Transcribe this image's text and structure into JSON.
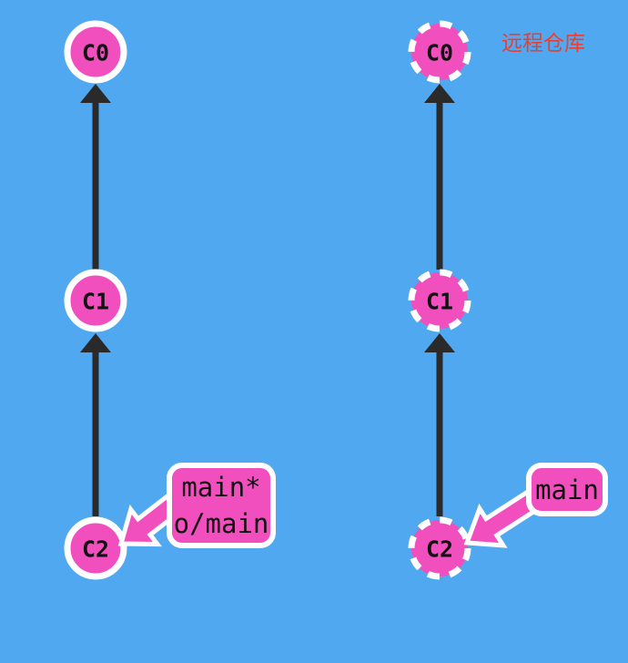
{
  "diagram": {
    "background_color": "#4FA8F0",
    "node_fill": "#F24FBE",
    "node_border": "#FFFFFF",
    "edge_color": "#2A2A2A",
    "text_color": "#111111",
    "remote_title_color": "#EA3E30"
  },
  "local": {
    "commits": [
      "C0",
      "C1",
      "C2"
    ],
    "branch_labels": {
      "head": "main*",
      "tracking": "o/main"
    }
  },
  "remote": {
    "title": "远程仓库",
    "commits": [
      "C0",
      "C1",
      "C2"
    ],
    "branch_label": "main"
  }
}
